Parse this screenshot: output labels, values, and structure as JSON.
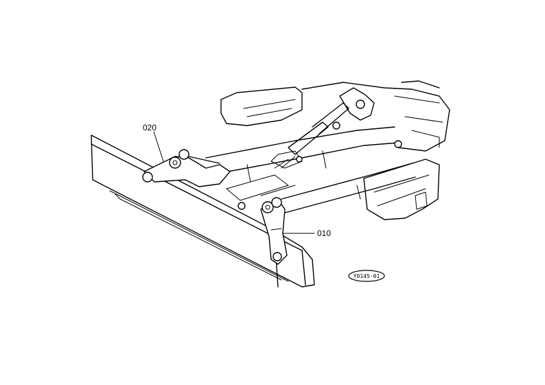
{
  "diagram": {
    "callouts": [
      {
        "id": "020",
        "text": "020"
      },
      {
        "id": "010",
        "text": "010"
      }
    ],
    "figure_ref": "Y0145-01"
  }
}
